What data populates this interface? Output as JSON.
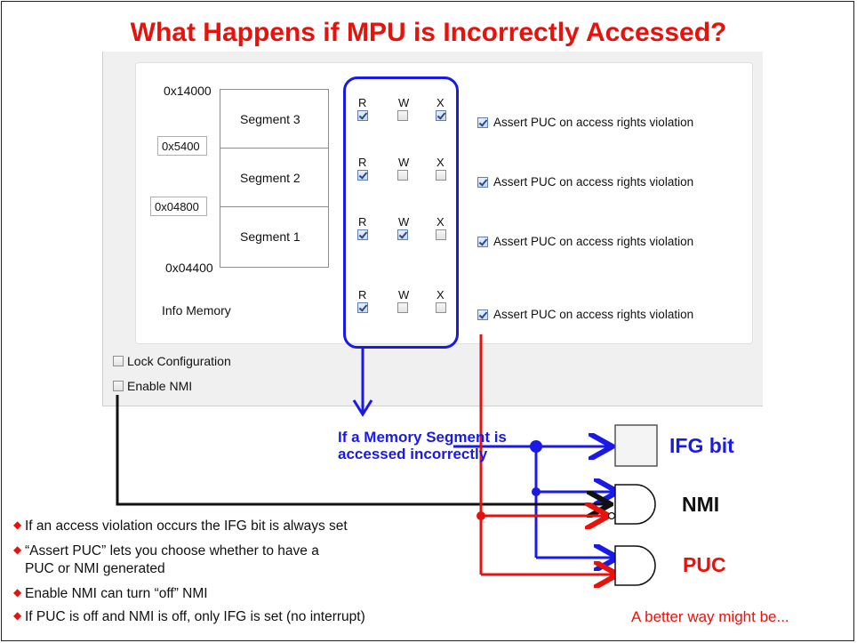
{
  "title": "What Happens if MPU is Incorrectly Accessed?",
  "addresses": {
    "top": "0x14000",
    "boundary_upper": "0x5400",
    "boundary_lower": "0x04800",
    "bottom": "0x04400"
  },
  "segments": [
    {
      "label": "Segment 3",
      "r": true,
      "w": false,
      "x": true,
      "assert_puc": true
    },
    {
      "label": "Segment 2",
      "r": true,
      "w": false,
      "x": false,
      "assert_puc": true
    },
    {
      "label": "Segment 1",
      "r": true,
      "w": true,
      "x": false,
      "assert_puc": true
    },
    {
      "label": "Info Memory",
      "r": true,
      "w": false,
      "x": false,
      "assert_puc": true
    }
  ],
  "rwx_headers": {
    "r": "R",
    "w": "W",
    "x": "X"
  },
  "assert_label": "Assert PUC on access rights violation",
  "options": {
    "lock_configuration": {
      "label": "Lock Configuration",
      "checked": false
    },
    "enable_nmi": {
      "label": "Enable NMI",
      "checked": false
    }
  },
  "diagram": {
    "segment_line1": "If a Memory Segment is",
    "segment_line2": "accessed incorrectly",
    "ifg": "IFG bit",
    "nmi": "NMI",
    "puc": "PUC",
    "better": "A better way might be..."
  },
  "bullets": [
    "If an access violation occurs the IFG bit is always set",
    "“Assert  PUC” lets you choose whether to have a",
    "PUC or NMI generated",
    "Enable NMI can turn “off” NMI",
    "If PUC is off and NMI is off, only IFG is set (no interrupt)"
  ],
  "colors": {
    "title": "#e8120c",
    "blue": "#1a1ae6",
    "red": "#e8120c"
  }
}
